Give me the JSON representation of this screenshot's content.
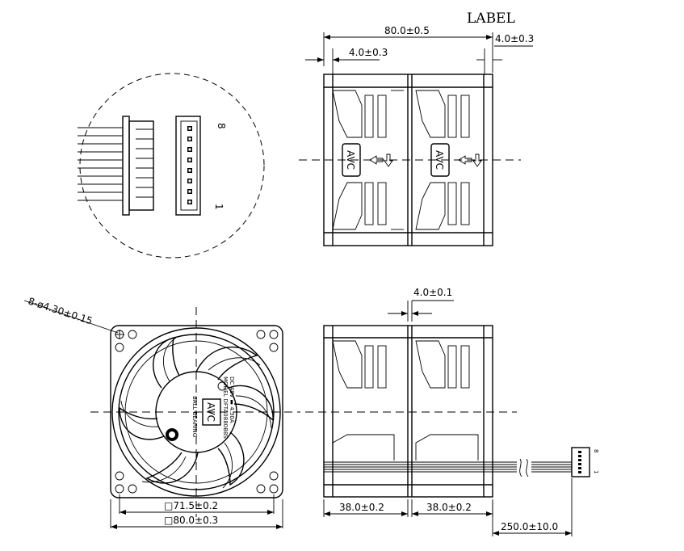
{
  "label_text": "LABEL",
  "dims": {
    "overall_width": "80.0±0.5",
    "rib_right": "4.0±0.3",
    "rib_left": "4.0±0.3",
    "gap": "4.0±0.1",
    "hole_callout": "8-ø4.30±0.15",
    "hole_pitch": "□71.5±0.2",
    "frame_size": "□80.0±0.3",
    "depth_left": "38.0±0.2",
    "depth_right": "38.0±0.2",
    "lead_length": "250.0±10.0"
  },
  "connector": {
    "pin_first": "1",
    "pin_last": "8"
  },
  "fan_label": {
    "brand": "AVC",
    "model": "MODEL DFTA0880B8S",
    "rating": "DC 48V ▬ 4.30A",
    "bearing": "BALL BEARING"
  },
  "arrow_brand": "AVC"
}
